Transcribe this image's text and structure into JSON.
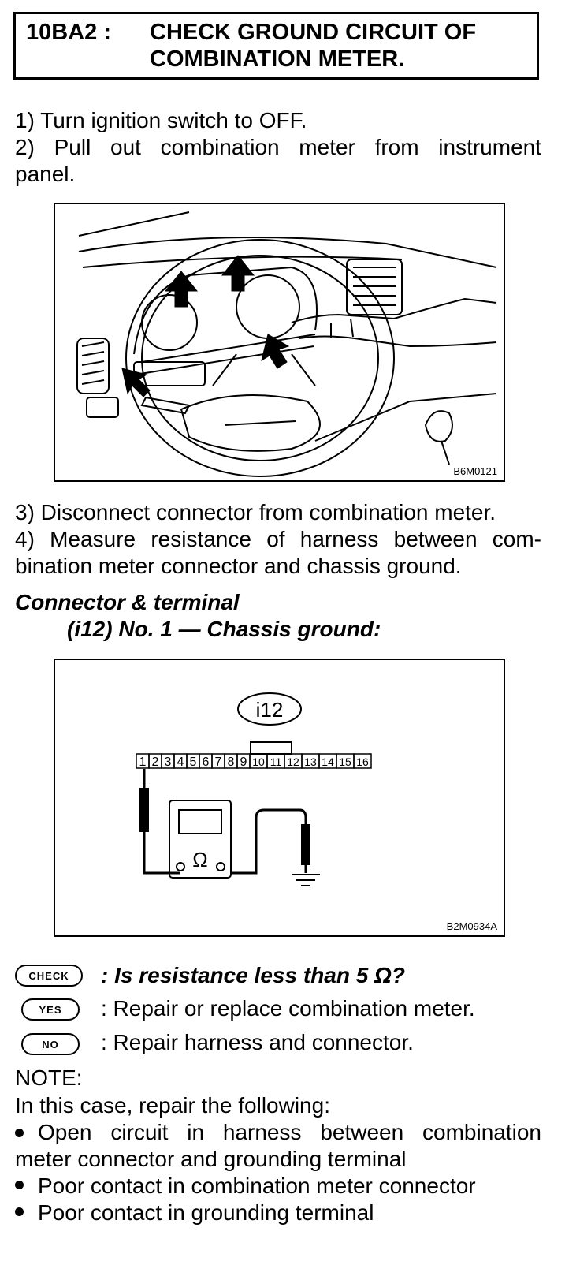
{
  "header": {
    "code": "10BA2 :",
    "title_line1": "CHECK GROUND CIRCUIT OF",
    "title_line2": "COMBINATION METER."
  },
  "steps": {
    "s1": "1) Turn ignition switch to OFF.",
    "s2_line1": "2) Pull out combination meter from instrument",
    "s2_line2": "panel.",
    "s3": "3) Disconnect connector from combination meter.",
    "s4_line1": "4) Measure resistance of harness between com-",
    "s4_line2": "bination meter connector and chassis ground."
  },
  "figure1": {
    "code": "B6M0121"
  },
  "connector_terminal": {
    "heading": "Connector & terminal",
    "spec": "(i12) No. 1 — Chassis ground:"
  },
  "figure2": {
    "code": "B2M0934A",
    "connector_label": "i12",
    "terminals": [
      "1",
      "2",
      "3",
      "4",
      "5",
      "6",
      "7",
      "8",
      "9",
      "10",
      "11",
      "12",
      "13",
      "14",
      "15",
      "16"
    ],
    "meter_symbol": "Ω"
  },
  "check": {
    "check_badge": "CHECK",
    "check_text": ": Is resistance less than 5 Ω?",
    "yes_badge": "YES",
    "yes_text": ": Repair or replace combination meter.",
    "no_badge": "NO",
    "no_text": ": Repair harness and connector."
  },
  "note": {
    "label": "NOTE:",
    "intro": "In this case, repair the following:",
    "b1_line1": "Open circuit in harness between combination",
    "b1_line2": "meter connector and grounding terminal",
    "b2": "Poor contact in combination meter connector",
    "b3": "Poor contact in grounding terminal"
  }
}
